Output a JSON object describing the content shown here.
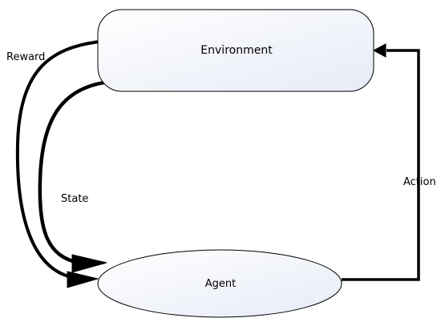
{
  "diagram": {
    "nodes": {
      "environment": {
        "label": "Environment",
        "shape": "rounded-rectangle"
      },
      "agent": {
        "label": "Agent",
        "shape": "ellipse"
      }
    },
    "edges": {
      "reward": {
        "label": "Reward",
        "from": "environment",
        "to": "agent"
      },
      "state": {
        "label": "State",
        "from": "environment",
        "to": "agent"
      },
      "action": {
        "label": "Action",
        "from": "agent",
        "to": "environment"
      }
    }
  },
  "colors": {
    "node_fill_start": "#ffffff",
    "node_fill_end": "#e8ecf7",
    "stroke": "#000000"
  }
}
